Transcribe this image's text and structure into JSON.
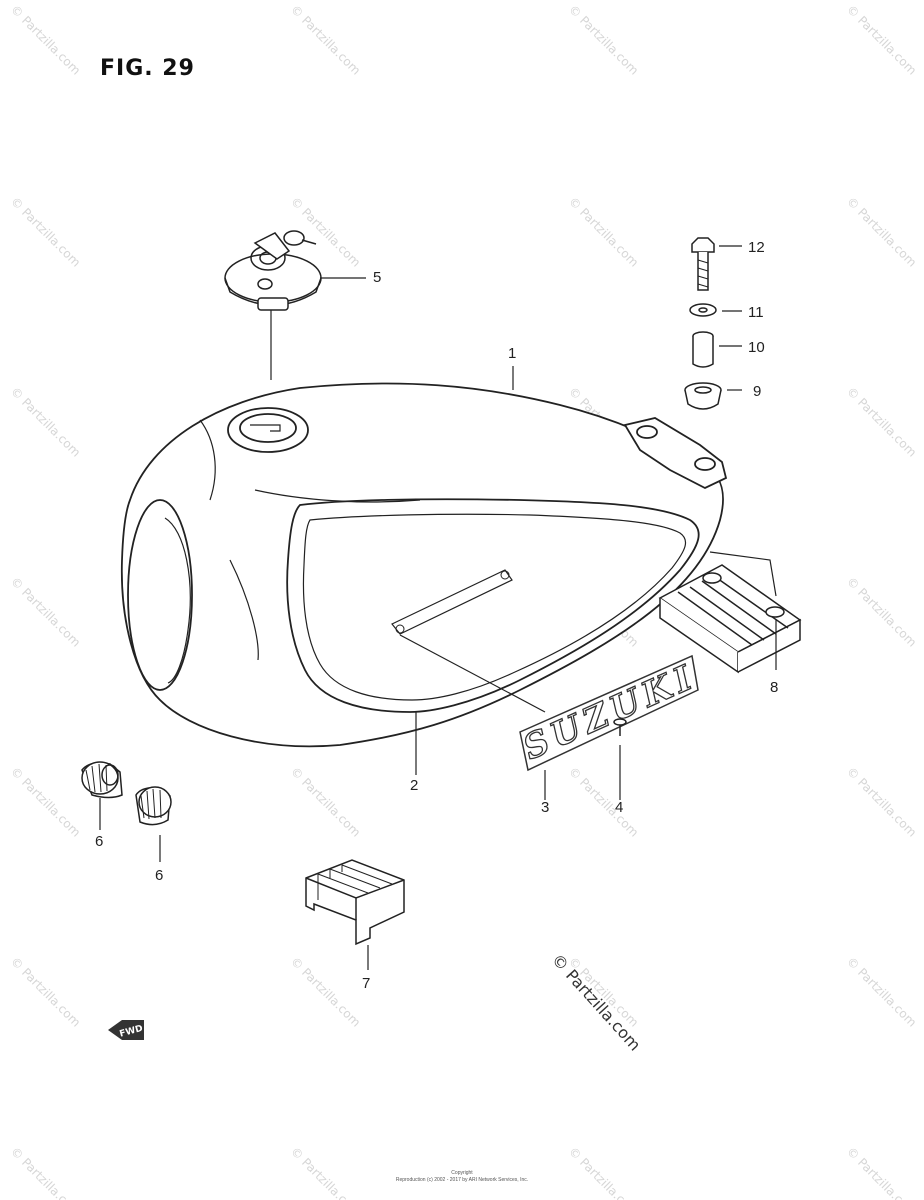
{
  "figure": {
    "title": "FIG. 29"
  },
  "callouts": [
    {
      "id": "1",
      "label": "1"
    },
    {
      "id": "2",
      "label": "2"
    },
    {
      "id": "3",
      "label": "3"
    },
    {
      "id": "4",
      "label": "4"
    },
    {
      "id": "5",
      "label": "5"
    },
    {
      "id": "6a",
      "label": "6"
    },
    {
      "id": "6b",
      "label": "6"
    },
    {
      "id": "7",
      "label": "7"
    },
    {
      "id": "8",
      "label": "8"
    },
    {
      "id": "9",
      "label": "9"
    },
    {
      "id": "10",
      "label": "10"
    },
    {
      "id": "11",
      "label": "11"
    },
    {
      "id": "12",
      "label": "12"
    }
  ],
  "emblem_text": "SUZUKI",
  "fwd_label": "FWD",
  "watermark_text": "© Partzilla.com",
  "copyright_text": "© Partzilla.com",
  "footer": {
    "line1": "Copyright",
    "line2": "Reproduction (c) 2002 - 2017 by ARI Network Services, Inc."
  }
}
